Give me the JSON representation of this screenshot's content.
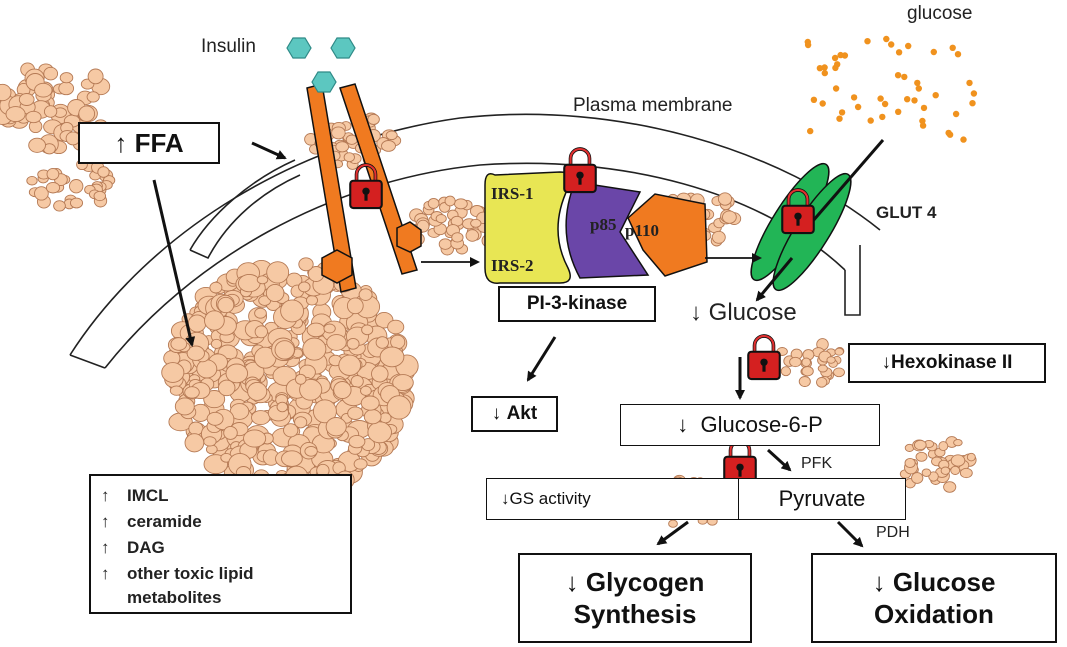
{
  "labels": {
    "insulin": "Insulin",
    "glucose_ext": "glucose",
    "plasma_membrane": "Plasma membrane",
    "glut4": "GLUT 4",
    "irs1": "IRS-1",
    "irs2": "IRS-2",
    "p85": "p85",
    "p110": "p110",
    "pfk": "PFK",
    "pdh": "PDH"
  },
  "boxes": {
    "ffa": {
      "arrow": "↑",
      "text": "FFA"
    },
    "pi3k": {
      "text": "PI-3-kinase"
    },
    "akt": {
      "arrow": "↓",
      "text": "Akt"
    },
    "glucose": {
      "arrow": "↓",
      "text": "Glucose"
    },
    "hexokinase": {
      "arrow": "↓",
      "text": "Hexokinase II"
    },
    "g6p": {
      "arrow": "↓",
      "text": "Glucose-6-P"
    },
    "gs": {
      "arrow": "↓",
      "text": "GS activity"
    },
    "pyruvate": {
      "text": "Pyruvate"
    },
    "glycogen": {
      "arrow": "↓",
      "line1": "Glycogen",
      "line2": "Synthesis"
    },
    "oxidation": {
      "arrow": "↓",
      "line1": "Glucose",
      "line2": "Oxidation"
    }
  },
  "lipids": {
    "arrow": "↑",
    "items": [
      "IMCL",
      "ceramide",
      "DAG",
      "other toxic lipid"
    ],
    "continuation": "metabolites"
  },
  "colors": {
    "lipid_fill": "#f6c9a4",
    "lipid_stroke": "#b57a55",
    "insulin": "#5cc7c0",
    "receptor": "#f07a20",
    "irs": "#e8e654",
    "p85": "#6a46a8",
    "p110": "#f07a20",
    "glut": "#22b556",
    "glucose_dot": "#f0921e",
    "lock": "#d42020"
  },
  "icons": [
    "padlock-icon",
    "insulin-hexagon-icon",
    "lipid-droplet-icon",
    "glucose-dot-icon"
  ]
}
